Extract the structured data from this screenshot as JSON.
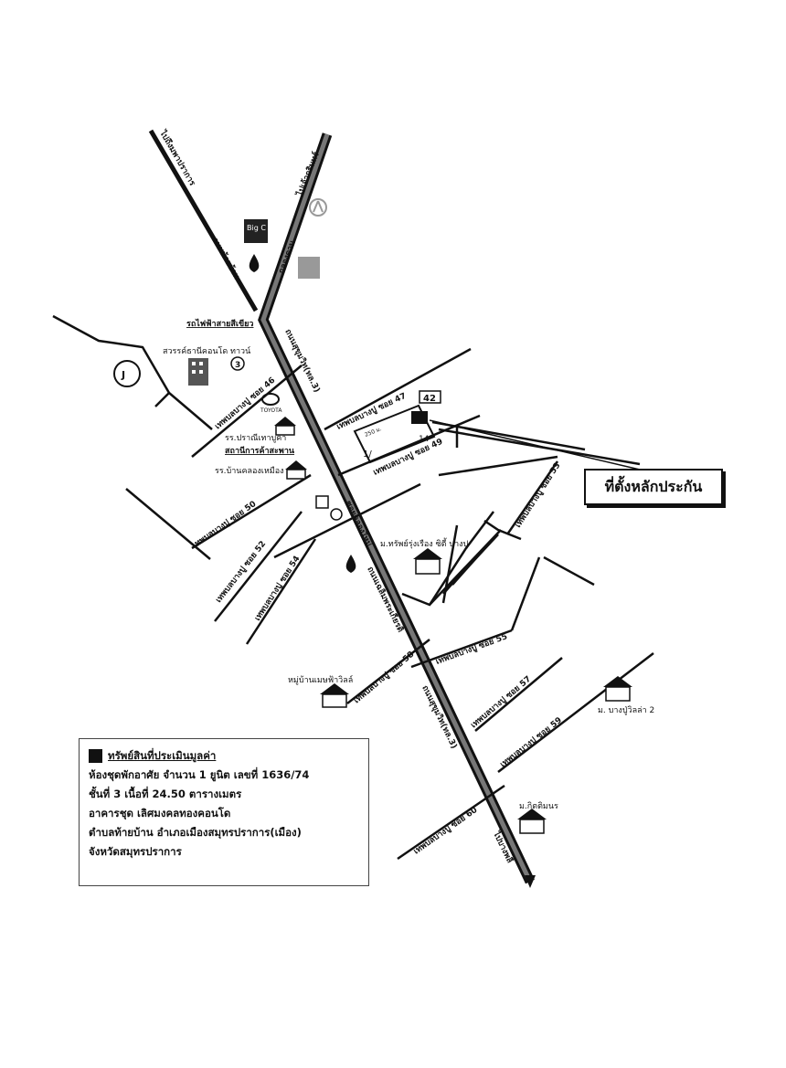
{
  "map": {
    "roads": {
      "main_road_north": "ไปถึงมพาปราการ",
      "main_road_north_branch": "ไปเจ้ากรินทร์",
      "highway_upper": "ถนนสุขุมวิท(ทล.3)",
      "highway_lower": "ถนนสุขุมวิท(ทล.3)",
      "road_taipan": "ถนนท้ายบ้าน",
      "road_kiosk": "กลองดาน",
      "to_bangpu": "ไปบางพลี",
      "soi_46": "เทพบลบางปู ซอย 46",
      "soi_47": "เทพบลบางปู ซอย 47",
      "soi_49": "เทพบลบางปู ซอย 49",
      "soi_50": "เทพบลบางปู ซอย 50",
      "soi_52": "เทพบลบางปู ซอย 52",
      "soi_53": "เทพบลบางปู ซอย 53",
      "soi_54": "เทพบลบางปู ซอย 54",
      "soi_55": "เทพบลบางปู ซอย 55",
      "soi_57": "เทพบลบางปู ซอย 57",
      "soi_58": "เทพบลบางปู ซอย 58",
      "soi_59": "เทพบลบางปู ซอย 59",
      "soi_60": "เทพบลบางปู ซอย 60",
      "chaloem": "ถนนเฉลิมพระเกียรติ",
      "side_road": "ซอยคลองใหม่"
    },
    "places": {
      "bts": "รถไฟฟ้าสายสีเขียว",
      "condo": "สวรรค์ธานีคอนโด ทาวน์",
      "school1": "รร.ปราณีเทาบูคำ",
      "hospital": "สถานีการค้าสะพาน",
      "school2": "รร.บ้านคลองเหมือง",
      "village1": "ม.ทรัพย์รุ่งเรือง ซิตี้ บางปู",
      "village2": "หมู่บ้านเมษฟ้าวิลล์",
      "village3": "ม. บางปู่วิลล่า 2",
      "village4": "ม.กิตติมนร",
      "toyota": "TOYOTA",
      "bigc": "Big C",
      "badge_3": "3",
      "distance": "250 ม.",
      "parcel_42": "42",
      "parcel_1": "1/",
      "parcel_14": "14"
    },
    "callout": "ที่ตั้งหลักประกัน"
  },
  "legend": {
    "title": "ทรัพย์สินที่ประเมินมูลค่า",
    "lines": [
      "ห้องชุดพักอาศัย จำนวน 1 ยูนิต เลขที่ 1636/74",
      "ชั้นที่ 3  เนื้อที่ 24.50 ตารางเมตร",
      "อาคารชุด เลิศมงคลทองคอนโด",
      "ตำบลท้ายบ้าน อำเภอเมืองสมุทรปราการ(เมือง)",
      "จังหวัดสมุทรปราการ"
    ]
  }
}
